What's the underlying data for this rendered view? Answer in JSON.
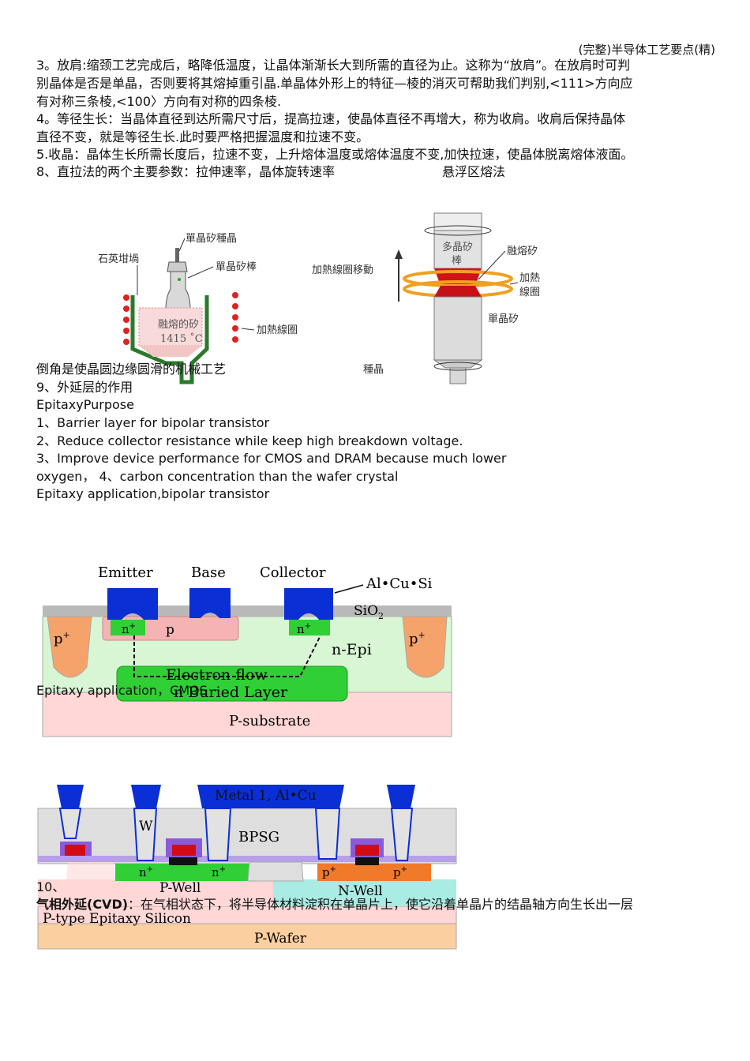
{
  "header": "(完整)半导体工艺要点(精)",
  "paragraphs": {
    "p3_l1": "3。放肩:缩颈工艺完成后，略降低温度，让晶体渐渐长大到所需的直径为止。这称为“放肩”。在放肩时可判",
    "p3_l2": "别晶体是否是单晶，否则要将其熔掉重引晶.单晶体外形上的特征—棱的消灭可帮助我们判别,<111>方向应",
    "p3_l3": "有对称三条棱,<100〉方向有对称的四条棱.",
    "p4_l1": "4。等径生长：当晶体直径到达所需尺寸后，提高拉速，使晶体直径不再增大，称为收肩。收肩后保持晶体",
    "p4_l2": "直径不变，就是等径生长.此时要严格把握温度和拉速不变。",
    "p5": "5.收晶：晶体生长所需长度后，拉速不变，上升熔体温度或熔体温度不变,加快拉速，使晶体脱离熔体液面。",
    "p8": "8、直拉法的两个主要参数：拉伸速率，晶体旋转速率",
    "p8_right": "悬浮区熔法",
    "chamfer": "倒角是使晶圆边缘圆滑的机械工艺",
    "p9": "9、外延层的作用",
    "epi_purpose": "EpitaxyPurpose",
    "purpose_1": "1、Barrier layer for bipolar transistor",
    "purpose_2": "2、Reduce collector resistance while keep high breakdown voltage.",
    "purpose_3a": "3、Improve device performance for CMOS and DRAM because much lower",
    "purpose_3b": "oxygen， 4、carbon concentration than the wafer crystal",
    "app_bipolar": "Epitaxy application,bipolar transistor",
    "app_cmos": "Epitaxy application，CMOS",
    "p10": "10、",
    "cvd_bold": "气相外延(CVD)",
    "cvd_rest": "：在气相状态下，将半导体材料淀积在单晶片上，使它沿着单晶片的结晶轴方向生长出一层"
  },
  "fig_cz": {
    "seed": "單晶矽種晶",
    "crucible": "石英坩堝",
    "rod": "單晶矽棒",
    "melt": "融熔的矽",
    "temp": "1415 ˚C",
    "coil": "加熱線圈"
  },
  "fig_fz": {
    "coil_move": "加熱線圈移動",
    "poly_1": "多晶矽",
    "poly_2": "棒",
    "molten": "融熔矽",
    "heat_1": "加熱",
    "heat_2": "線圈",
    "single": "單晶矽",
    "seed": "種晶"
  },
  "fig_bipolar": {
    "emitter": "Emitter",
    "base": "Base",
    "collector": "Collector",
    "metal": "Al•Cu•Si",
    "oxide": "SiO",
    "oxide_sub": "2",
    "pplus_l": "p",
    "pplus_r": "p",
    "plus": "+",
    "nplus_1": "n",
    "nplus_2": "n",
    "p_base": "p",
    "nepi": "n-Epi",
    "electron": "Electron flow",
    "buried": "n  Buried Layer",
    "substrate": "P-substrate"
  },
  "fig_cmos": {
    "metal": "Metal 1, Al•Cu",
    "w": "W",
    "bpsg": "BPSG",
    "n1": "n",
    "n2": "n",
    "p1": "p",
    "p2": "p",
    "plus": "+",
    "pwell": "P-Well",
    "nwell": "N-Well",
    "epi": "P-type Epitaxy Silicon",
    "wafer": "P-Wafer"
  },
  "colors": {
    "metal": "#0a2fd4",
    "nplus": "#2fcf35",
    "pplus": "#f07a2a",
    "substrate": "#ffd7d7",
    "epi": "#d8f6d4"
  }
}
